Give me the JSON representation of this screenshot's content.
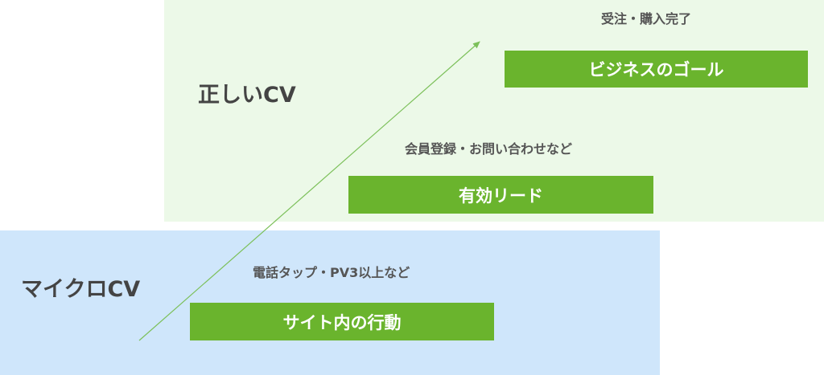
{
  "zones": {
    "correct": {
      "title": "正しいCV"
    },
    "micro": {
      "title": "マイクロCV"
    }
  },
  "stages": {
    "goal": {
      "caption": "受注・購入完了",
      "label": "ビジネスのゴール"
    },
    "lead": {
      "caption": "会員登録・お問い合わせなど",
      "label": "有効リード"
    },
    "action": {
      "caption": "電話タップ・PV3以上など",
      "label": "サイト内の行動"
    }
  },
  "colors": {
    "box": "#6ab42d",
    "correct_zone": "#ecf9e8",
    "micro_zone": "#cfe6fb",
    "arrow": "#7cc05a"
  }
}
